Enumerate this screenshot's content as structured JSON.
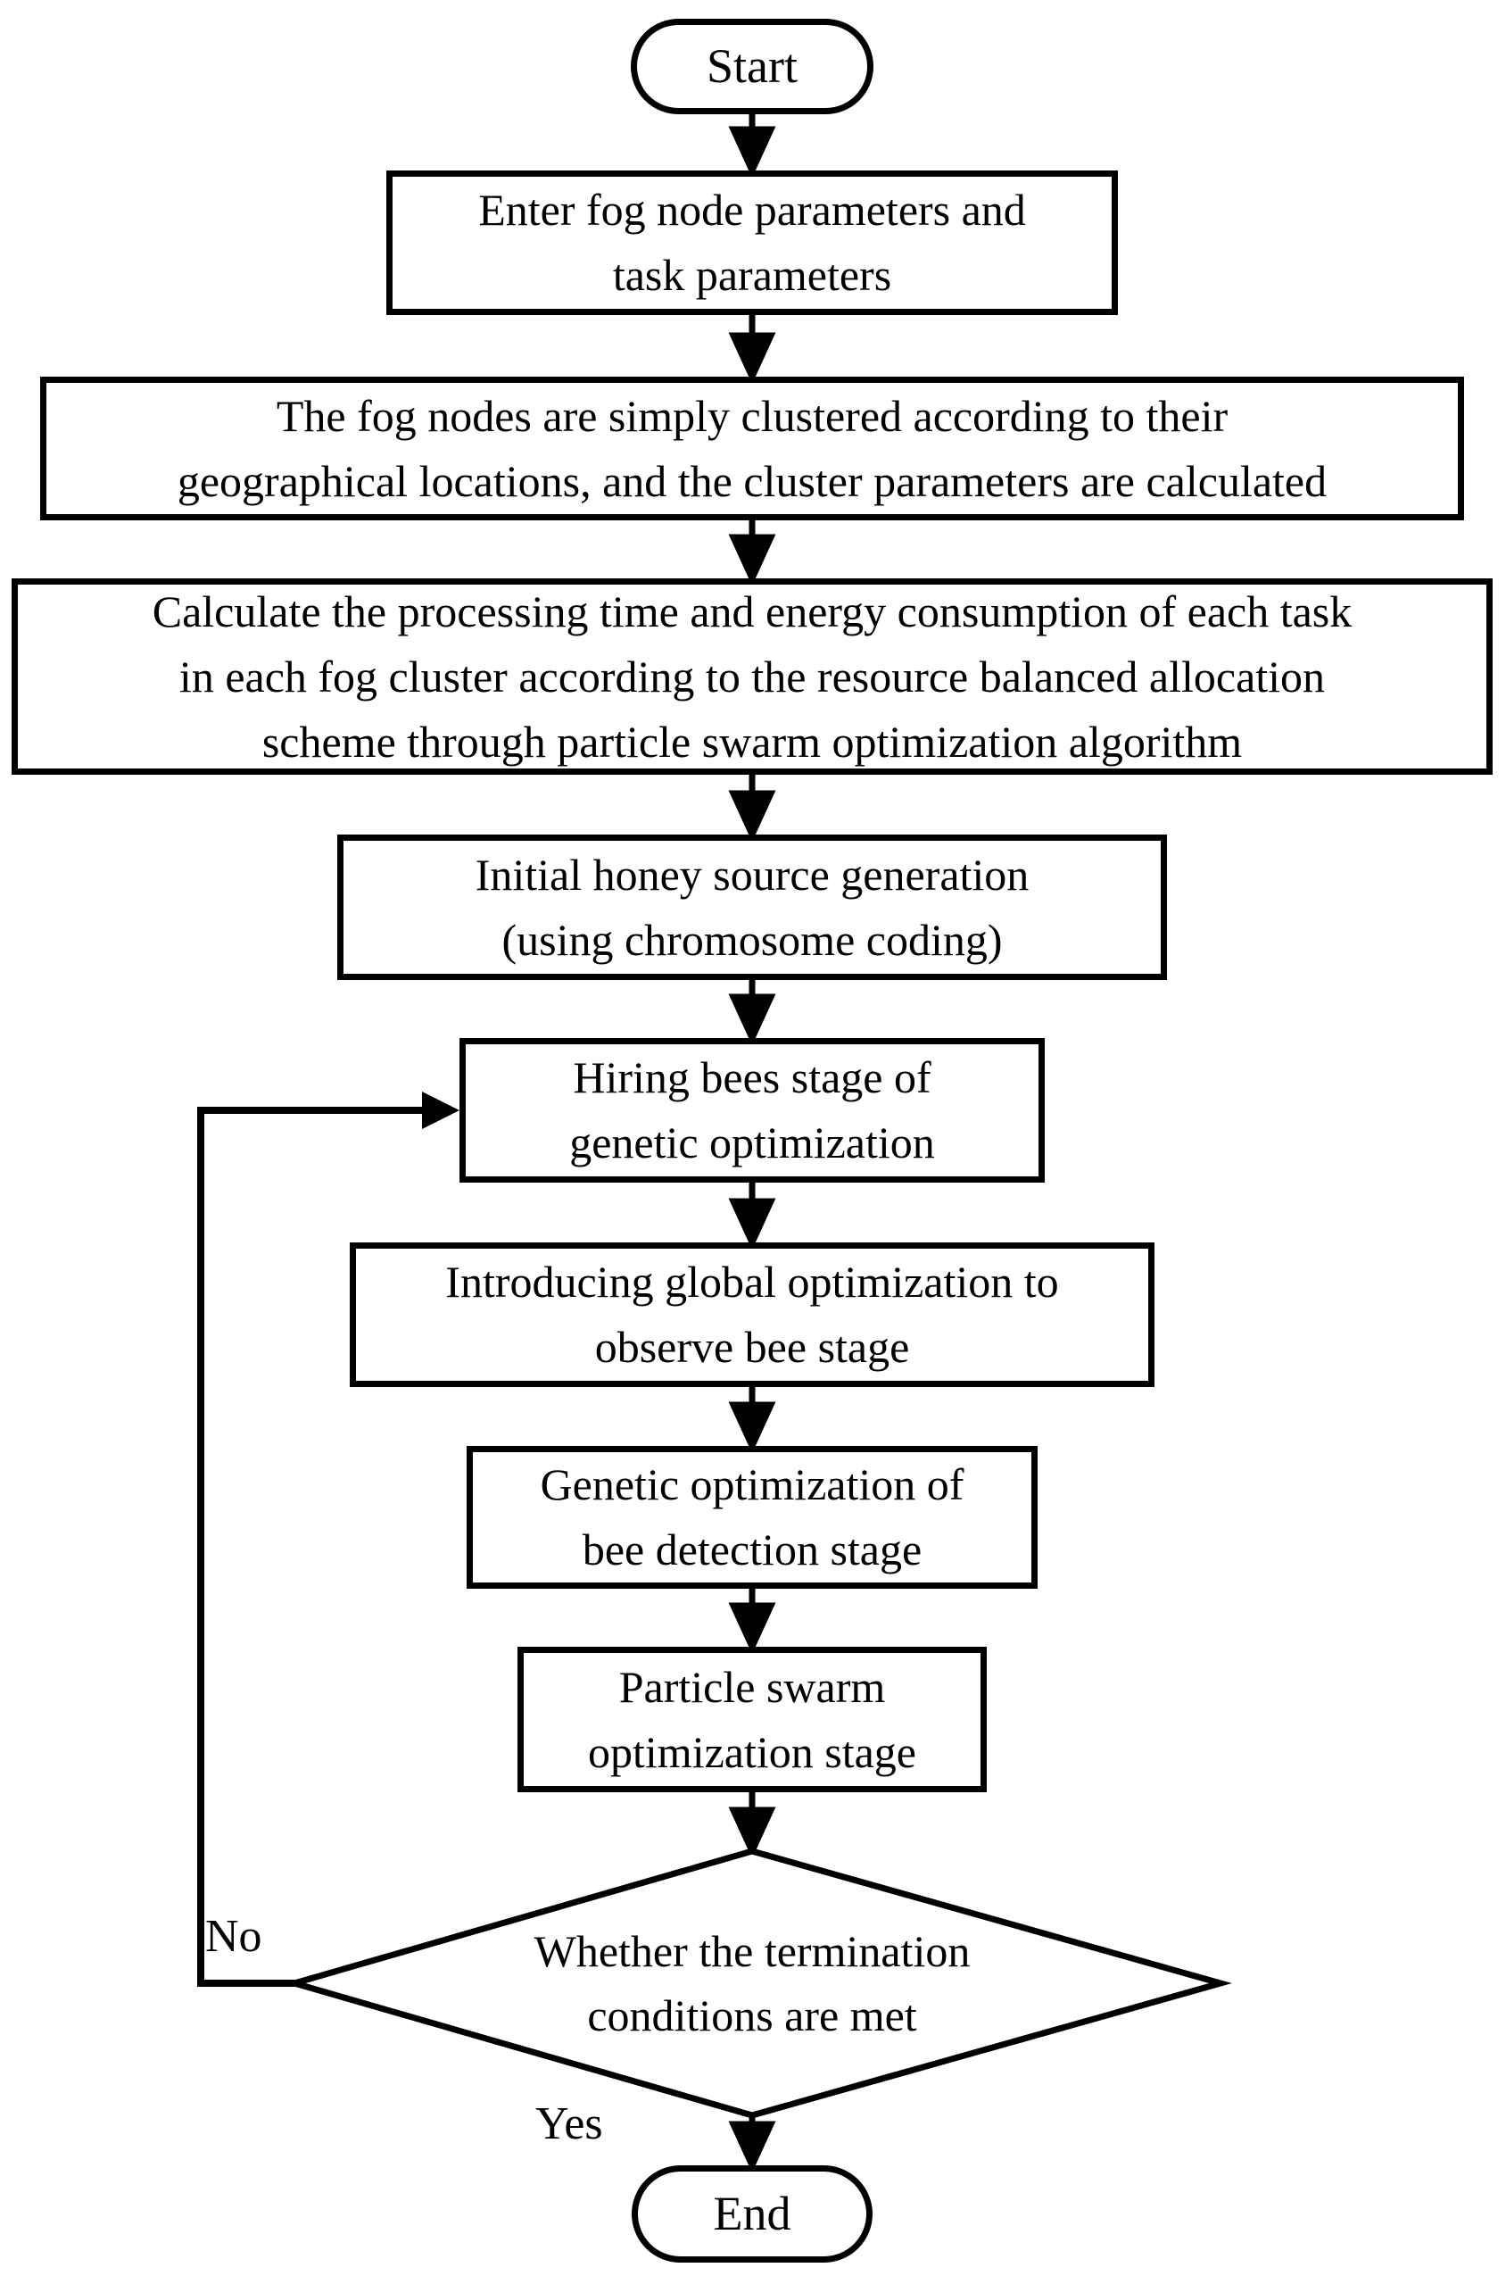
{
  "nodes": {
    "start": {
      "label": "Start"
    },
    "enter_params": {
      "lines": [
        "Enter fog node parameters and",
        "task parameters"
      ]
    },
    "cluster": {
      "lines": [
        "The fog nodes are simply clustered according to their",
        "geographical locations, and the cluster parameters are calculated"
      ]
    },
    "calculate": {
      "lines": [
        "Calculate the processing time and energy consumption of each task",
        "in each fog cluster according to the resource balanced allocation",
        "scheme through particle swarm optimization algorithm"
      ]
    },
    "honey_source": {
      "lines": [
        "Initial honey source generation",
        "(using chromosome coding)"
      ]
    },
    "hiring_bees": {
      "lines": [
        "Hiring bees stage of",
        "genetic optimization"
      ]
    },
    "observe_bee": {
      "lines": [
        "Introducing global optimization to",
        "observe bee stage"
      ]
    },
    "bee_detection": {
      "lines": [
        "Genetic optimization of",
        "bee detection stage"
      ]
    },
    "pso_stage": {
      "lines": [
        "Particle swarm",
        "optimization stage"
      ]
    },
    "decision": {
      "lines": [
        "Whether the termination",
        "conditions are met"
      ]
    },
    "end": {
      "label": "End"
    }
  },
  "edge_labels": {
    "no": "No",
    "yes": "Yes"
  },
  "colors": {
    "ink": "#000000",
    "background": "#ffffff"
  }
}
